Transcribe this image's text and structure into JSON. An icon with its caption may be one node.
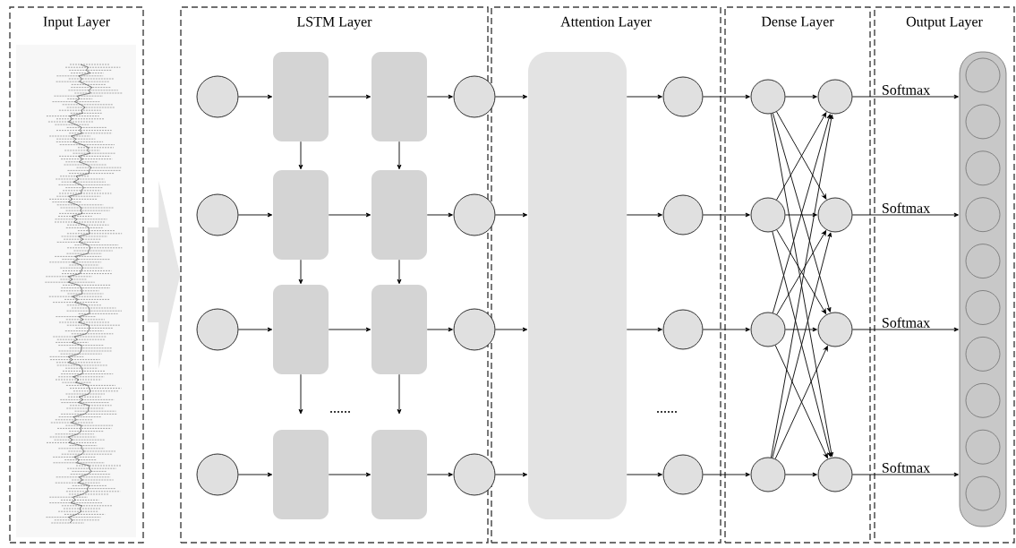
{
  "diagram": {
    "nodes": [
      {
        "text": [
          "Input Layer"
        ]
      },
      {
        "text": [
          "LSTM Layer"
        ]
      },
      {
        "text": [
          "Attention Layer"
        ]
      },
      {
        "text": [
          "Dense Layer"
        ]
      },
      {
        "text": [
          "Output Layer"
        ]
      },
      {
        "text": [],
        "shape": "circle",
        "in": 1
      },
      {
        "text": [],
        "shape": "circle",
        "in": 1
      },
      {
        "text": [],
        "shape": "circle",
        "in": 1
      },
      {
        "text": [],
        "shape": "circle",
        "in": 1
      },
      {
        "text": [],
        "shape": "box",
        "in": 1
      },
      {
        "text": [],
        "shape": "box",
        "in": 1
      },
      {
        "text": [],
        "shape": "box",
        "in": 1
      },
      {
        "text": [],
        "shape": "box",
        "in": 1
      },
      {
        "text": [],
        "shape": "box",
        "in": 1
      },
      {
        "text": [],
        "shape": "box",
        "in": 1
      },
      {
        "text": [],
        "shape": "box",
        "in": 1
      },
      {
        "text": [],
        "shape": "box",
        "in": 1
      },
      {
        "text": [],
        "shape": "circle",
        "in": 1
      },
      {
        "text": [],
        "shape": "circle",
        "in": 1
      },
      {
        "text": [],
        "shape": "circle",
        "in": 1
      },
      {
        "text": [],
        "shape": "circle",
        "in": 1
      },
      {
        "text": [],
        "shape": "box",
        "in": 2
      },
      {
        "text": [],
        "shape": "circle",
        "in": 2
      },
      {
        "text": [],
        "shape": "circle",
        "in": 2
      },
      {
        "text": [],
        "shape": "circle",
        "in": 2
      },
      {
        "text": [],
        "shape": "circle",
        "in": 2
      },
      {
        "text": [],
        "shape": "circle",
        "in": 3
      },
      {
        "text": [],
        "shape": "circle",
        "in": 3
      },
      {
        "text": [],
        "shape": "circle",
        "in": 3
      },
      {
        "text": [],
        "shape": "circle",
        "in": 3
      },
      {
        "text": [],
        "shape": "circle",
        "in": 3
      },
      {
        "text": [],
        "shape": "circle",
        "in": 3
      },
      {
        "text": [],
        "shape": "circle",
        "in": 3
      },
      {
        "text": [],
        "shape": "circle",
        "in": 3
      },
      {
        "text": [],
        "shape": "box",
        "in": 4
      },
      {
        "text": [],
        "shape": "circle",
        "in": 34
      },
      {
        "text": [],
        "shape": "circle",
        "in": 34
      },
      {
        "text": [],
        "shape": "circle",
        "in": 34
      },
      {
        "text": [],
        "shape": "circle",
        "in": 34
      },
      {
        "text": [],
        "shape": "circle",
        "in": 34
      },
      {
        "text": [],
        "shape": "circle",
        "in": 34
      },
      {
        "text": [],
        "shape": "circle",
        "in": 34
      },
      {
        "text": [],
        "shape": "circle",
        "in": 34
      },
      {
        "text": [],
        "shape": "circle",
        "in": 34
      },
      {
        "text": [],
        "shape": "circle",
        "in": 34
      }
    ],
    "edges": [
      {
        "from": 0,
        "to": 1,
        "arrow": "to",
        "style": "thick",
        "color": "#e6e6e6"
      },
      {
        "from": 5,
        "to": 9,
        "arrow": "to"
      },
      {
        "from": 9,
        "to": 10,
        "arrow": "to"
      },
      {
        "from": 10,
        "to": 17,
        "arrow": "to"
      },
      {
        "from": 17,
        "to": 21,
        "arrow": "to"
      },
      {
        "from": 21,
        "to": 22,
        "arrow": "to"
      },
      {
        "from": 22,
        "to": 26,
        "arrow": "to"
      },
      {
        "from": 6,
        "to": 11,
        "arrow": "to"
      },
      {
        "from": 11,
        "to": 12,
        "arrow": "to"
      },
      {
        "from": 12,
        "to": 18,
        "arrow": "to"
      },
      {
        "from": 18,
        "to": 21,
        "arrow": "to"
      },
      {
        "from": 21,
        "to": 23,
        "arrow": "to"
      },
      {
        "from": 23,
        "to": 27,
        "arrow": "to"
      },
      {
        "from": 7,
        "to": 13,
        "arrow": "to"
      },
      {
        "from": 13,
        "to": 14,
        "arrow": "to"
      },
      {
        "from": 14,
        "to": 19,
        "arrow": "to"
      },
      {
        "from": 19,
        "to": 21,
        "arrow": "to"
      },
      {
        "from": 21,
        "to": 24,
        "arrow": "to"
      },
      {
        "from": 24,
        "to": 28,
        "arrow": "to"
      },
      {
        "from": 8,
        "to": 15,
        "arrow": "to"
      },
      {
        "from": 15,
        "to": 16,
        "arrow": "to"
      },
      {
        "from": 16,
        "to": 20,
        "arrow": "to"
      },
      {
        "from": 20,
        "to": 21,
        "arrow": "to"
      },
      {
        "from": 21,
        "to": 25,
        "arrow": "to"
      },
      {
        "from": 25,
        "to": 29,
        "arrow": "to"
      },
      {
        "from": 9,
        "to": 11,
        "arrow": "to"
      },
      {
        "from": 10,
        "to": 12,
        "arrow": "to"
      },
      {
        "from": 11,
        "to": 13,
        "arrow": "to"
      },
      {
        "from": 12,
        "to": 14,
        "arrow": "to"
      },
      {
        "from": 13,
        "to": null,
        "arrow": "to"
      },
      {
        "from": 14,
        "to": null,
        "arrow": "to"
      },
      {
        "from": 26,
        "to": 30,
        "arrow": "to"
      },
      {
        "from": 26,
        "to": 31,
        "arrow": "to"
      },
      {
        "from": 26,
        "to": 32,
        "arrow": "to"
      },
      {
        "from": 26,
        "to": 33,
        "arrow": "to"
      },
      {
        "from": 27,
        "to": 30,
        "arrow": "to"
      },
      {
        "from": 27,
        "to": 31,
        "arrow": "to"
      },
      {
        "from": 27,
        "to": 32,
        "arrow": "to"
      },
      {
        "from": 27,
        "to": 33,
        "arrow": "to"
      },
      {
        "from": 28,
        "to": 30,
        "arrow": "to"
      },
      {
        "from": 28,
        "to": 31,
        "arrow": "to"
      },
      {
        "from": 28,
        "to": 32,
        "arrow": "to"
      },
      {
        "from": 28,
        "to": 33,
        "arrow": "to"
      },
      {
        "from": 29,
        "to": 30,
        "arrow": "to"
      },
      {
        "from": 29,
        "to": 31,
        "arrow": "to"
      },
      {
        "from": 29,
        "to": 32,
        "arrow": "to"
      },
      {
        "from": 29,
        "to": 33,
        "arrow": "to"
      },
      {
        "from": 30,
        "to": 34,
        "arrow": "to",
        "label": "Softmax"
      },
      {
        "from": 31,
        "to": 34,
        "arrow": "to",
        "label": "Softmax"
      },
      {
        "from": 32,
        "to": 34,
        "arrow": "to",
        "label": "Softmax"
      },
      {
        "from": 33,
        "to": 34,
        "arrow": "to",
        "label": "Softmax"
      }
    ],
    "labels": [
      "......",
      "......"
    ]
  }
}
